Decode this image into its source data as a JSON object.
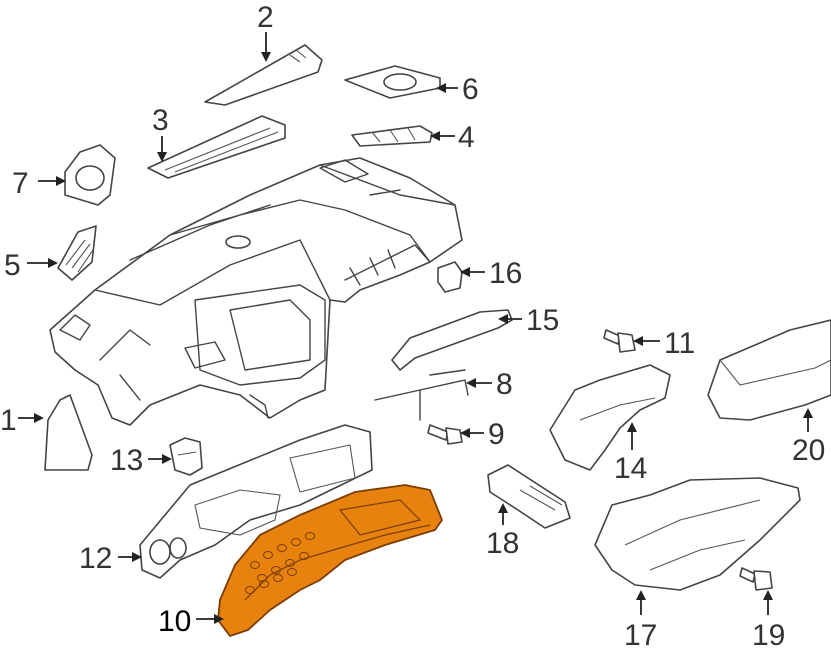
{
  "callouts": [
    {
      "id": "1",
      "text": "1"
    },
    {
      "id": "2",
      "text": "2"
    },
    {
      "id": "3",
      "text": "3"
    },
    {
      "id": "4",
      "text": "4"
    },
    {
      "id": "5",
      "text": "5"
    },
    {
      "id": "6",
      "text": "6"
    },
    {
      "id": "7",
      "text": "7"
    },
    {
      "id": "8",
      "text": "8"
    },
    {
      "id": "9",
      "text": "9"
    },
    {
      "id": "10",
      "text": "10"
    },
    {
      "id": "11",
      "text": "11"
    },
    {
      "id": "12",
      "text": "12"
    },
    {
      "id": "13",
      "text": "13"
    },
    {
      "id": "14",
      "text": "14"
    },
    {
      "id": "15",
      "text": "15"
    },
    {
      "id": "16",
      "text": "16"
    },
    {
      "id": "17",
      "text": "17"
    },
    {
      "id": "18",
      "text": "18"
    },
    {
      "id": "19",
      "text": "19"
    },
    {
      "id": "20",
      "text": "20"
    }
  ],
  "highlight": {
    "part": "10",
    "color": "#E8820E",
    "outline": "#7A3C00"
  },
  "line_color": "#444444"
}
